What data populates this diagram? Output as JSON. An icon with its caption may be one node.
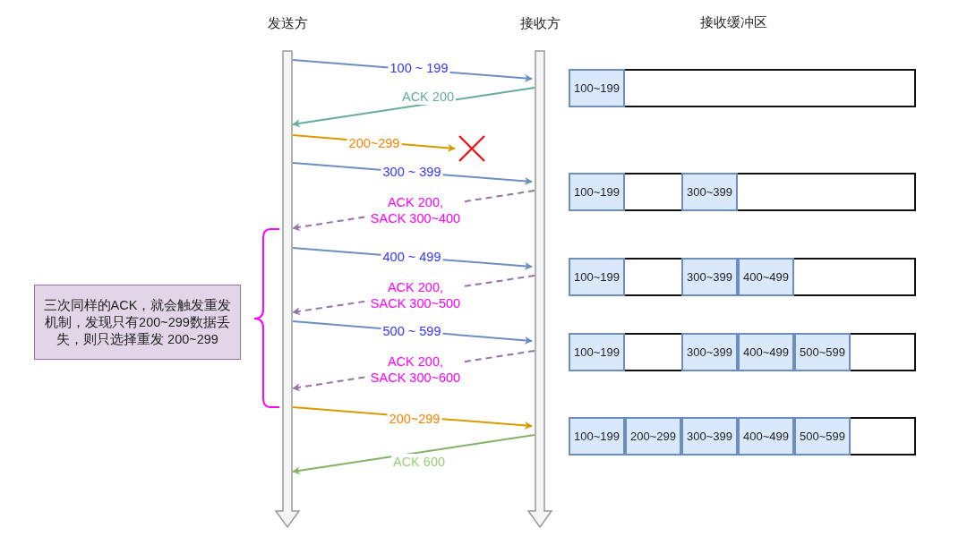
{
  "diagram": {
    "nodes": [
      {
        "text": [
          "发送方"
        ]
      },
      {
        "text": [
          "接收方"
        ]
      },
      {
        "text": [],
        "shape": "cross"
      },
      {
        "text": [],
        "shape": "bar"
      },
      {
        "text": [
          "100~199"
        ],
        "in": 3
      },
      {
        "text": [],
        "shape": "bar"
      },
      {
        "text": [
          "100~199"
        ],
        "in": 5
      },
      {
        "text": [
          "300~399"
        ],
        "in": 5
      },
      {
        "text": [],
        "shape": "bar"
      },
      {
        "text": [
          "100~199"
        ],
        "in": 8
      },
      {
        "text": [
          "300~399"
        ],
        "in": 8
      },
      {
        "text": [
          "400~499"
        ],
        "in": 8
      },
      {
        "text": [],
        "shape": "bar"
      },
      {
        "text": [
          "100~199"
        ],
        "in": 12
      },
      {
        "text": [
          "300~399"
        ],
        "in": 12
      },
      {
        "text": [
          "400~499"
        ],
        "in": 12
      },
      {
        "text": [
          "500~599"
        ],
        "in": 12
      },
      {
        "text": [],
        "shape": "bar"
      },
      {
        "text": [
          "100~199"
        ],
        "in": 17
      },
      {
        "text": [
          "200~299"
        ],
        "in": 17
      },
      {
        "text": [
          "300~399"
        ],
        "in": 17
      },
      {
        "text": [
          "400~499"
        ],
        "in": 17
      },
      {
        "text": [
          "500~599"
        ],
        "in": 17
      },
      {
        "text": [
          "三次同样的ACK，就会触发重发机制，发现只有200~299数据丢失，则只选择重发 200~299"
        ]
      }
    ],
    "edges": [
      {
        "from": 0,
        "to": 1,
        "arrow": "to",
        "label": "100 ~ 199"
      },
      {
        "from": 1,
        "to": 0,
        "arrow": "to",
        "label": "ACK 200",
        "color": "#67ab9f"
      },
      {
        "from": 0,
        "to": 2,
        "arrow": "to",
        "label": "200~299",
        "color": "#d79b00"
      },
      {
        "from": 0,
        "to": 1,
        "arrow": "to",
        "label": "300 ~ 399"
      },
      {
        "from": 1,
        "to": 0,
        "arrow": "to",
        "label": "ACK 200, SACK 300~400",
        "style": "dashed",
        "color": "#9673a6"
      },
      {
        "from": 0,
        "to": 1,
        "arrow": "to",
        "label": "400 ~ 499"
      },
      {
        "from": 1,
        "to": 0,
        "arrow": "to",
        "label": "ACK 200, SACK 300~500",
        "style": "dashed",
        "color": "#9673a6"
      },
      {
        "from": 0,
        "to": 1,
        "arrow": "to",
        "label": "500 ~ 599"
      },
      {
        "from": 1,
        "to": 0,
        "arrow": "to",
        "label": "ACK 200, SACK 300~600",
        "style": "dashed",
        "color": "#9673a6"
      },
      {
        "from": 0,
        "to": 1,
        "arrow": "to",
        "label": "200~299",
        "color": "#d79b00"
      },
      {
        "from": 1,
        "to": 0,
        "arrow": "to",
        "label": "ACK 600",
        "color": "#82b366"
      }
    ],
    "labels": [
      "接收缓冲区"
    ]
  }
}
